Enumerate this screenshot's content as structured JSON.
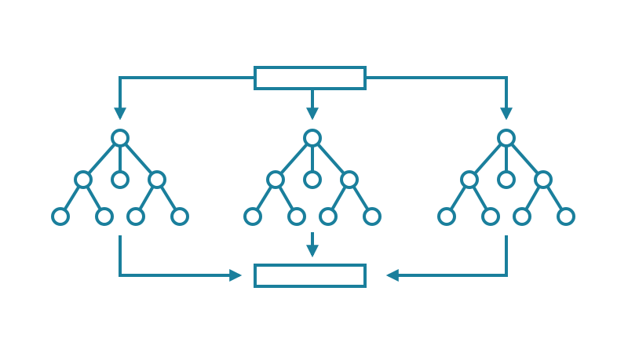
{
  "diagram": {
    "type": "ensemble-flow",
    "input_block": {
      "label": ""
    },
    "output_block": {
      "label": ""
    },
    "trees": [
      {
        "name": "",
        "levels": [
          1,
          3,
          4
        ]
      },
      {
        "name": "",
        "levels": [
          1,
          3,
          4
        ]
      },
      {
        "name": "",
        "levels": [
          1,
          3,
          4
        ]
      }
    ],
    "colors": {
      "stroke": "#1a7f9c",
      "node_fill": "#ffffff",
      "background": "#ffffff"
    }
  }
}
